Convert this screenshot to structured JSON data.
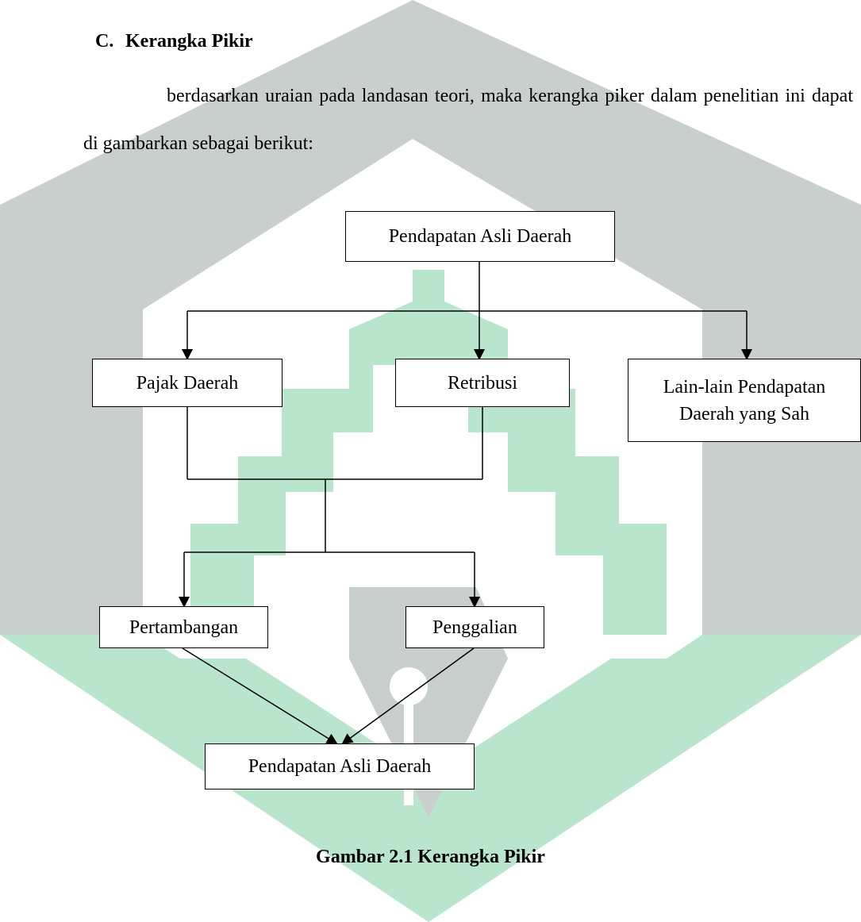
{
  "section": {
    "letter": "C.",
    "title": "Kerangka Pikir"
  },
  "paragraph": "berdasarkan uraian pada landasan teori, maka kerangka piker dalam penelitian ini dapat di gambarkan sebagai berikut:",
  "diagram": {
    "top": "Pendapatan Asli Daerah",
    "pajak": "Pajak Daerah",
    "retribusi": "Retribusi",
    "lainlain_line1": "Lain-lain Pendapatan",
    "lainlain_line2": "Daerah yang Sah",
    "pertambangan": "Pertambangan",
    "penggalian": "Penggalian",
    "bottom": "Pendapatan Asli Daerah"
  },
  "caption": "Gambar 2.1 Kerangka Pikir",
  "colors": {
    "watermark_gray": "#c8cfcc",
    "watermark_green": "#b9e5cd",
    "line": "#000000"
  }
}
